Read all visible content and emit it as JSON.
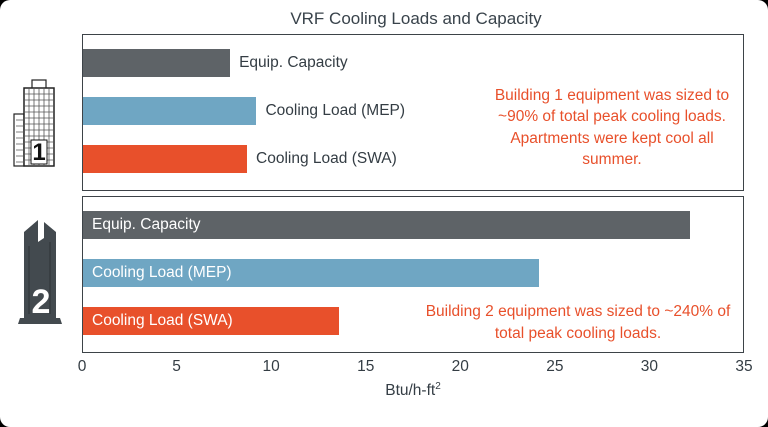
{
  "title": "VRF Cooling Loads and Capacity",
  "axis": {
    "label": "Btu/h-ft",
    "label_sup": "2"
  },
  "colors": {
    "capacity": "#5E6367",
    "mep": "#6FA6C3",
    "swa": "#E8502B",
    "annotation": "#E8502B"
  },
  "icons": {
    "building1_label": "1",
    "building2_label": "2"
  },
  "chart_data": {
    "type": "bar",
    "orientation": "horizontal",
    "title": "VRF Cooling Loads and Capacity",
    "xlabel": "Btu/h-ft²",
    "xlim": [
      0,
      35
    ],
    "xticks": [
      0,
      5,
      10,
      15,
      20,
      25,
      30,
      35
    ],
    "grid": false,
    "groups": [
      {
        "building": "1",
        "bars": [
          {
            "label": "Equip. Capacity",
            "series": "capacity",
            "value": 7.8,
            "label_position": "outside"
          },
          {
            "label": "Cooling Load (MEP)",
            "series": "mep",
            "value": 9.2,
            "label_position": "outside"
          },
          {
            "label": "Cooling Load (SWA)",
            "series": "swa",
            "value": 8.7,
            "label_position": "outside"
          }
        ],
        "annotation": "Building 1 equipment was sized to ~90% of total peak cooling loads. Apartments were kept cool all summer."
      },
      {
        "building": "2",
        "bars": [
          {
            "label": "Equip. Capacity",
            "series": "capacity",
            "value": 32.2,
            "label_position": "inside"
          },
          {
            "label": "Cooling Load (MEP)",
            "series": "mep",
            "value": 24.2,
            "label_position": "inside"
          },
          {
            "label": "Cooling Load (SWA)",
            "series": "swa",
            "value": 13.6,
            "label_position": "inside"
          }
        ],
        "annotation": "Building 2 equipment was sized to ~240% of total peak cooling loads."
      }
    ]
  }
}
